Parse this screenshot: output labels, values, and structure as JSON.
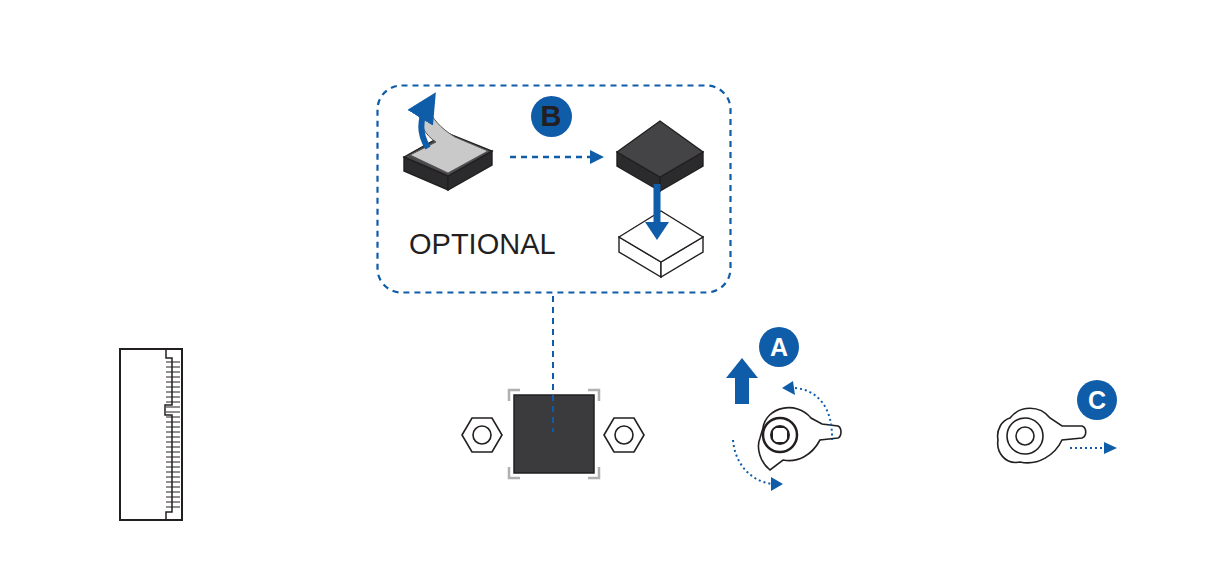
{
  "diagram": {
    "nodes": [
      {
        "text": [
          "OPTIONAL"
        ]
      },
      {
        "text": [
          "B"
        ],
        "in": 0
      },
      {
        "text": [
          "A"
        ]
      },
      {
        "text": [
          "C"
        ]
      }
    ]
  }
}
